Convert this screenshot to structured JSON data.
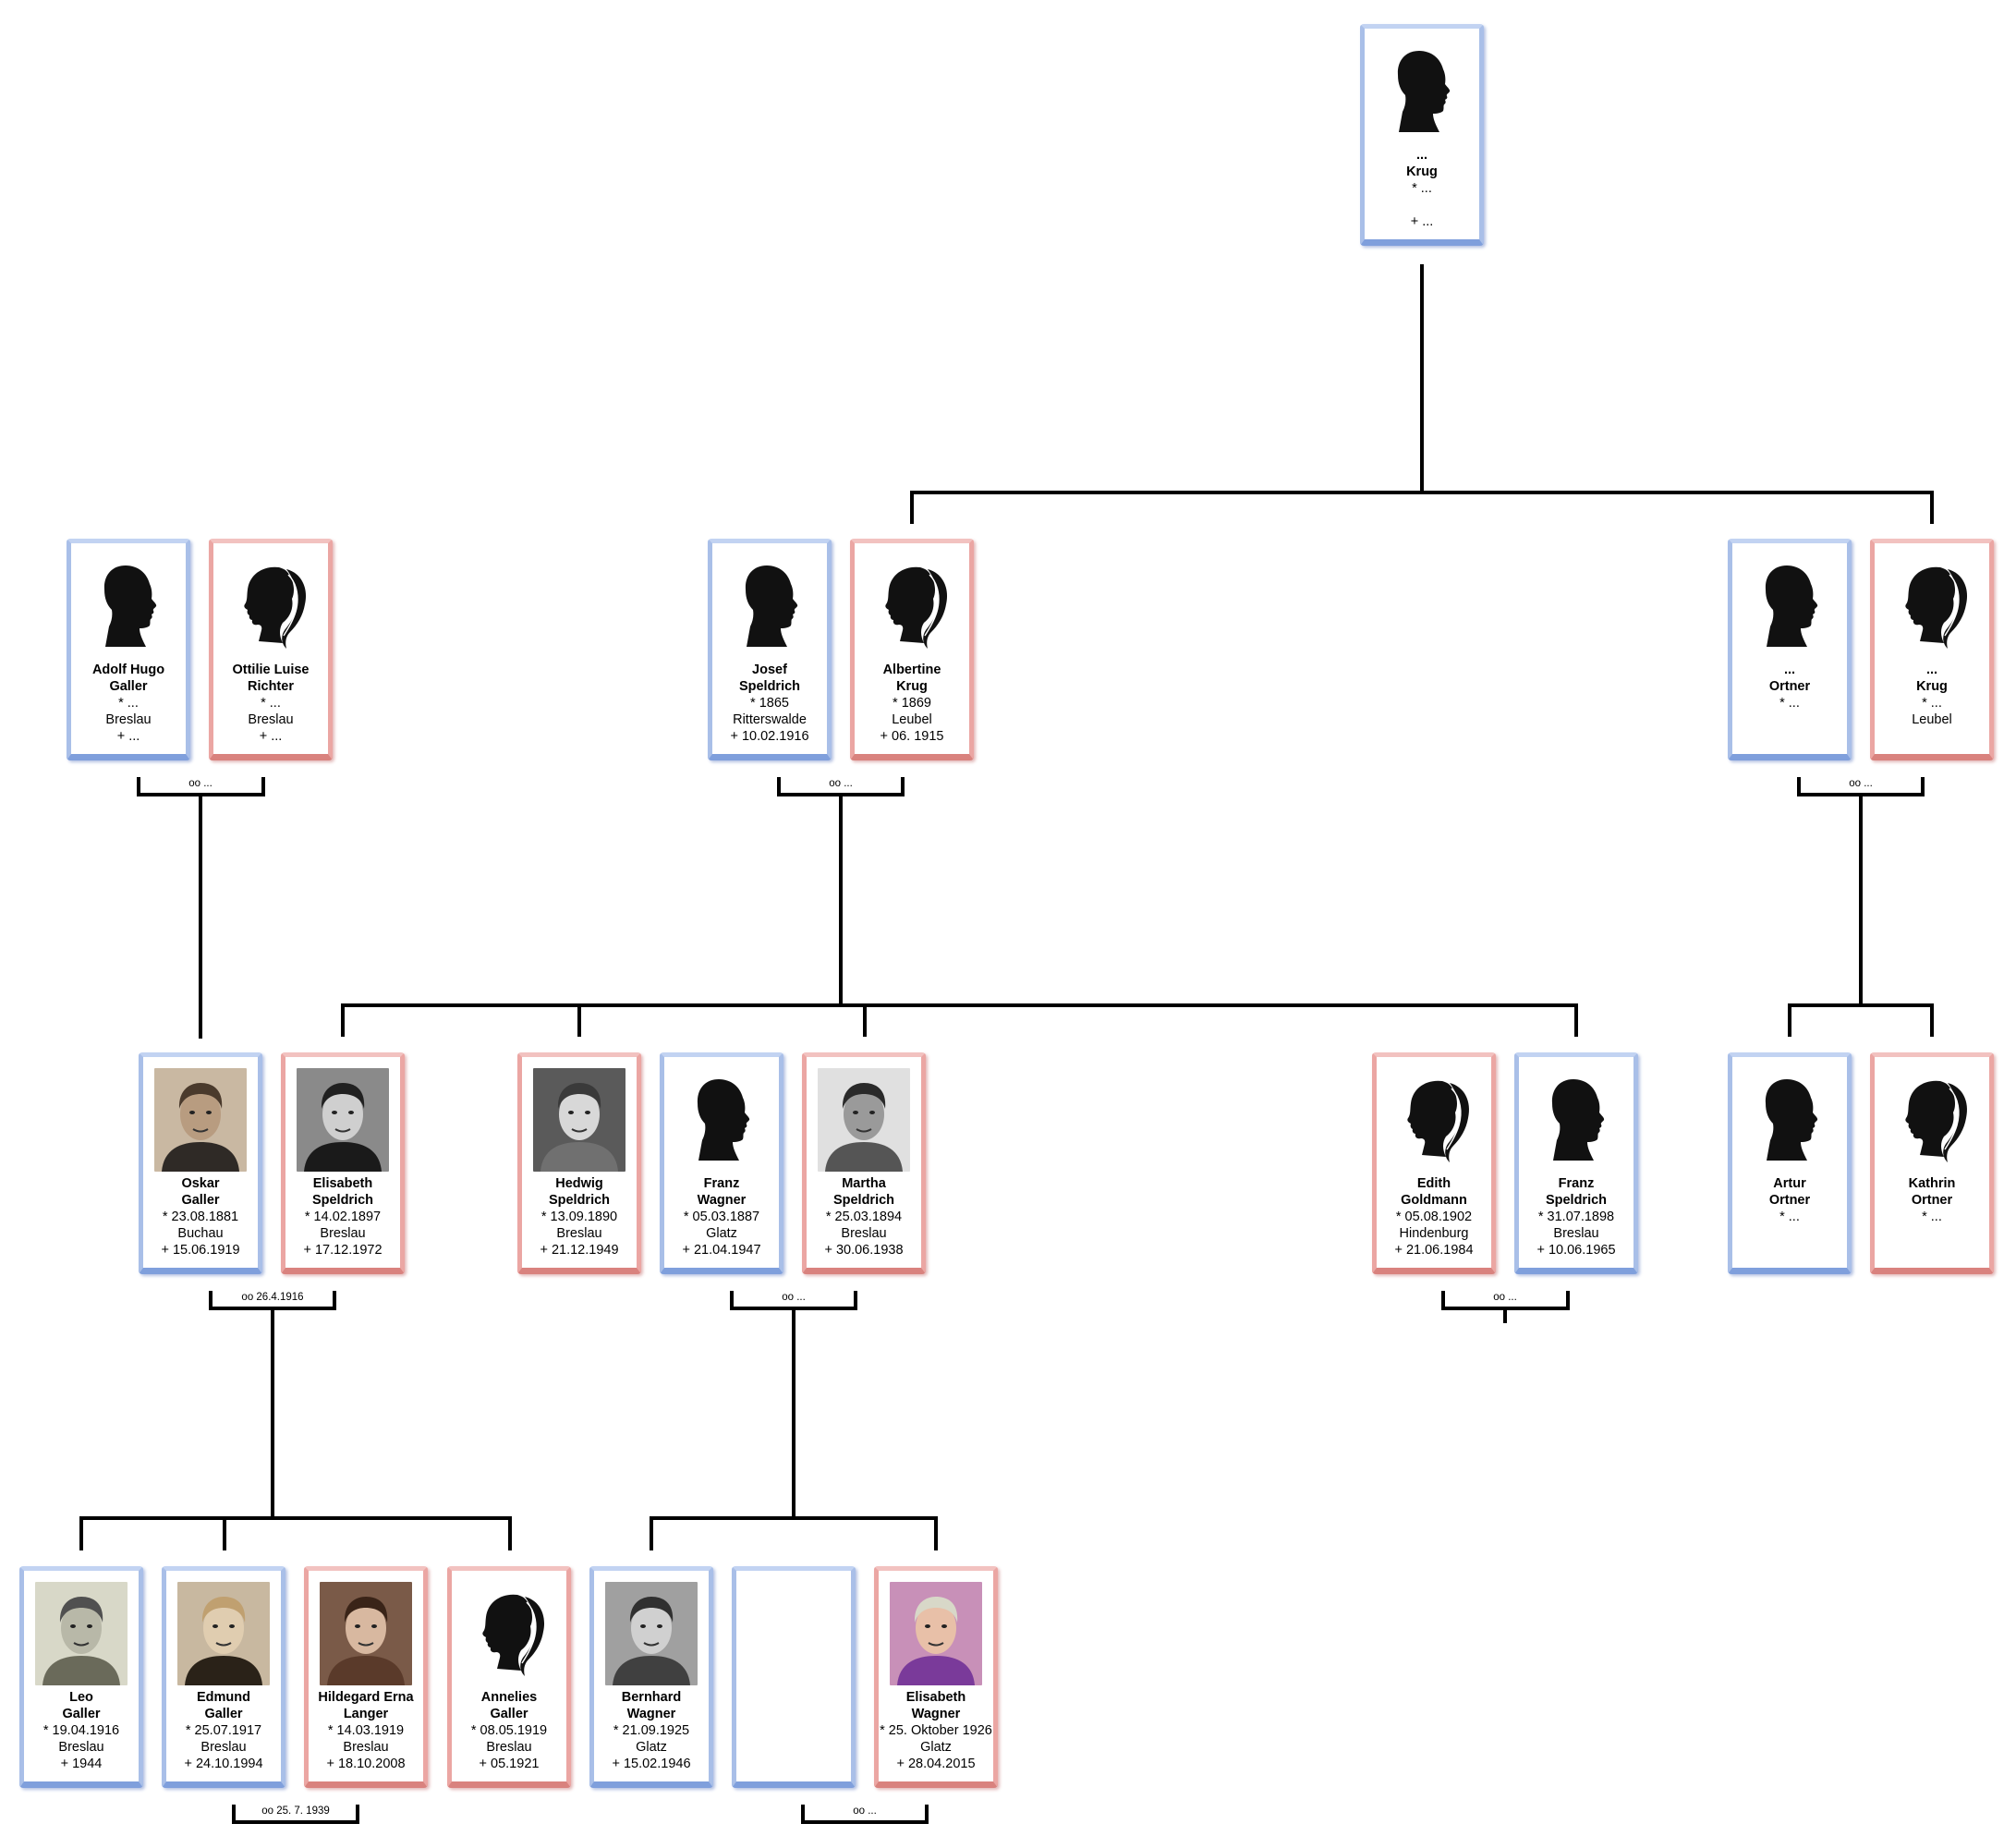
{
  "people": {
    "p_krug_top": {
      "sex": "m",
      "icon": "male-silhouette-icon",
      "line1": "...",
      "line2": "Krug",
      "line3": "* ...",
      "line4": "",
      "line5": "+ ..."
    },
    "adolf": {
      "sex": "m",
      "icon": "male-silhouette-icon",
      "line1": "Adolf Hugo",
      "line2": "Galler",
      "line3": "* ...",
      "line4": "Breslau",
      "line5": "+ ..."
    },
    "ottilie": {
      "sex": "f",
      "icon": "female-silhouette-icon",
      "line1": "Ottilie Luise",
      "line2": "Richter",
      "line3": "* ...",
      "line4": "Breslau",
      "line5": "+ ..."
    },
    "josef": {
      "sex": "m",
      "icon": "male-silhouette-icon",
      "line1": "Josef",
      "line2": "Speldrich",
      "line3": "* 1865",
      "line4": "Ritterswalde",
      "line5": "+ 10.02.1916"
    },
    "albertine": {
      "sex": "f",
      "icon": "female-silhouette-icon",
      "line1": "Albertine",
      "line2": "Krug",
      "line3": "* 1869",
      "line4": "Leubel",
      "line5": "+ 06. 1915"
    },
    "ortner_sr": {
      "sex": "m",
      "icon": "male-silhouette-icon",
      "line1": "...",
      "line2": "Ortner",
      "line3": "* ...",
      "line4": "",
      "line5": ""
    },
    "krug_f": {
      "sex": "f",
      "icon": "female-silhouette-icon",
      "line1": "...",
      "line2": "Krug",
      "line3": "* ...",
      "line4": "Leubel",
      "line5": ""
    },
    "oskar": {
      "sex": "m",
      "icon": "photo-oskar",
      "line1": "Oskar",
      "line2": "Galler",
      "line3": "* 23.08.1881",
      "line4": "Buchau",
      "line5": "+ 15.06.1919"
    },
    "elisabeth_s": {
      "sex": "f",
      "icon": "photo-elisabeth-speldrich",
      "line1": "Elisabeth",
      "line2": "Speldrich",
      "line3": "* 14.02.1897",
      "line4": "Breslau",
      "line5": "+ 17.12.1972"
    },
    "hedwig": {
      "sex": "f",
      "icon": "photo-hedwig",
      "line1": "Hedwig",
      "line2": "Speldrich",
      "line3": "* 13.09.1890",
      "line4": "Breslau",
      "line5": "+ 21.12.1949"
    },
    "franz_w": {
      "sex": "m",
      "icon": "male-silhouette-icon",
      "line1": "Franz",
      "line2": "Wagner",
      "line3": "* 05.03.1887",
      "line4": "Glatz",
      "line5": "+ 21.04.1947"
    },
    "martha": {
      "sex": "f",
      "icon": "photo-martha",
      "line1": "Martha",
      "line2": "Speldrich",
      "line3": "* 25.03.1894",
      "line4": "Breslau",
      "line5": "+ 30.06.1938"
    },
    "edith": {
      "sex": "f",
      "icon": "female-silhouette-icon",
      "line1": "Edith",
      "line2": "Goldmann",
      "line3": "* 05.08.1902",
      "line4": "Hindenburg",
      "line5": "+ 21.06.1984"
    },
    "franz_s": {
      "sex": "m",
      "icon": "male-silhouette-icon",
      "line1": "Franz",
      "line2": "Speldrich",
      "line3": "* 31.07.1898",
      "line4": "Breslau",
      "line5": "+ 10.06.1965"
    },
    "artur": {
      "sex": "m",
      "icon": "male-silhouette-icon",
      "line1": "Artur",
      "line2": "Ortner",
      "line3": "* ...",
      "line4": "",
      "line5": ""
    },
    "kathrin": {
      "sex": "f",
      "icon": "female-silhouette-icon",
      "line1": "Kathrin",
      "line2": "Ortner",
      "line3": "* ...",
      "line4": "",
      "line5": ""
    },
    "leo": {
      "sex": "m",
      "icon": "photo-leo",
      "line1": "Leo",
      "line2": "Galler",
      "line3": "* 19.04.1916",
      "line4": "Breslau",
      "line5": "+ 1944"
    },
    "edmund": {
      "sex": "m",
      "icon": "photo-edmund",
      "line1": "Edmund",
      "line2": "Galler",
      "line3": "* 25.07.1917",
      "line4": "Breslau",
      "line5": "+ 24.10.1994"
    },
    "hildegard": {
      "sex": "f",
      "icon": "photo-hildegard",
      "line1": "Hildegard Erna",
      "line2": "Langer",
      "line3": "* 14.03.1919",
      "line4": "Breslau",
      "line5": "+ 18.10.2008"
    },
    "annelies": {
      "sex": "f",
      "icon": "female-silhouette-icon",
      "line1": "Annelies",
      "line2": "Galler",
      "line3": "* 08.05.1919",
      "line4": "Breslau",
      "line5": "+ 05.1921"
    },
    "bernhard": {
      "sex": "m",
      "icon": "photo-bernhard",
      "line1": "Bernhard",
      "line2": "Wagner",
      "line3": "* 21.09.1925",
      "line4": "Glatz",
      "line5": "+ 15.02.1946"
    },
    "blank": {
      "sex": "m",
      "icon": "blank",
      "line1": "",
      "line2": "",
      "line3": "",
      "line4": "",
      "line5": ""
    },
    "elisabeth_w": {
      "sex": "f",
      "icon": "photo-elisabeth-wagner",
      "line1": "Elisabeth",
      "line2": "Wagner",
      "line3": "* 25. Oktober 1926",
      "line4": "Glatz",
      "line5": "+ 28.04.2015"
    }
  },
  "marriages": {
    "m_adolf_ottilie": "oo ...",
    "m_josef_albertine": "oo ...",
    "m_ortner_krug": "oo ...",
    "m_oskar_elisabeth": "oo 26.4.1916",
    "m_franz_martha": "oo ...",
    "m_edith_franz": "oo ...",
    "m_edmund_hildegard": "oo 25. 7. 1939",
    "m_blank_elisabeth": "oo ..."
  },
  "colors": {
    "male_border": "#7f9fdc",
    "female_border": "#d9827e",
    "line": "#000000"
  }
}
